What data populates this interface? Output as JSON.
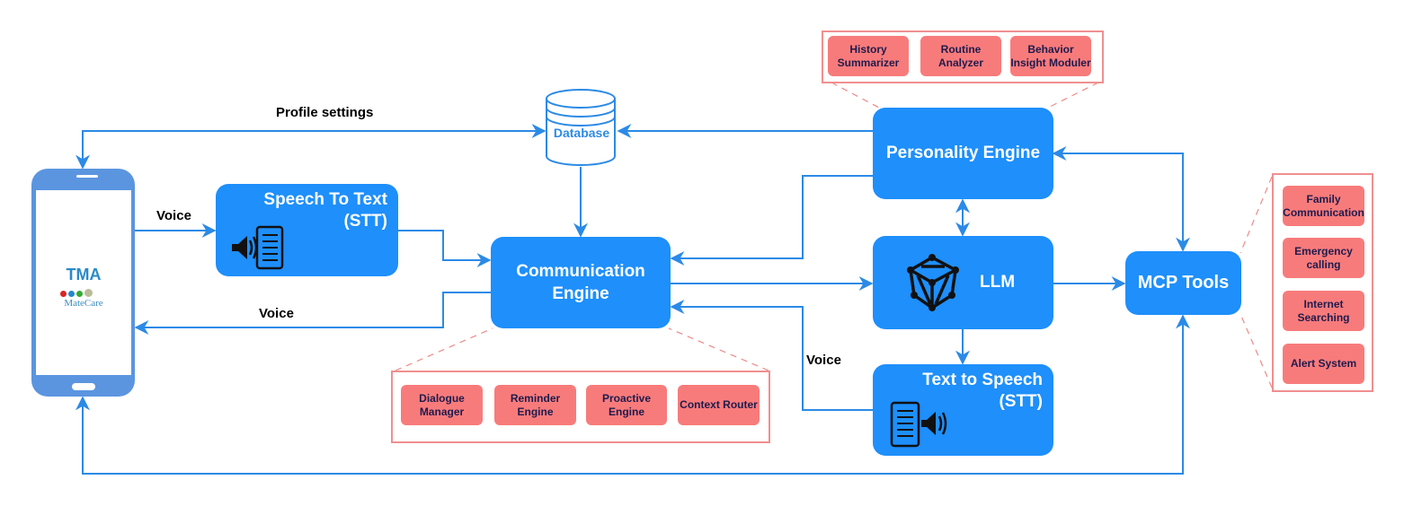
{
  "labels": {
    "profile_settings": "Profile settings",
    "voice_in": "Voice",
    "voice_out": "Voice",
    "voice_tts": "Voice"
  },
  "phone": {
    "logo": "TMA",
    "app_name": "MateCare"
  },
  "database": {
    "label": "Database"
  },
  "stt": {
    "line1": "Speech To Text",
    "line2": "(STT)",
    "icon": "speech-to-text-icon"
  },
  "communication_engine": {
    "label": "Communication Engine",
    "modules": [
      "Dialogue Manager",
      "Reminder Engine",
      "Proactive Engine",
      "Context Router"
    ]
  },
  "personality_engine": {
    "label": "Personality Engine",
    "modules": [
      "History Summarizer",
      "Routine Analyzer",
      "Behavior Insight Moduler"
    ]
  },
  "llm": {
    "label": "LLM",
    "icon": "neural-network-icon"
  },
  "tts": {
    "line1": "Text to Speech",
    "line2": "(STT)",
    "icon": "text-to-speech-icon"
  },
  "mcp": {
    "label": "MCP Tools",
    "tools": [
      "Family Communication",
      "Emergency calling",
      "Internet Searching",
      "Alert System"
    ]
  },
  "colors": {
    "box": "#1e8ffb",
    "line": "#2b8ae6",
    "module": "#f87b7b",
    "container_border": "#f08f8f"
  }
}
